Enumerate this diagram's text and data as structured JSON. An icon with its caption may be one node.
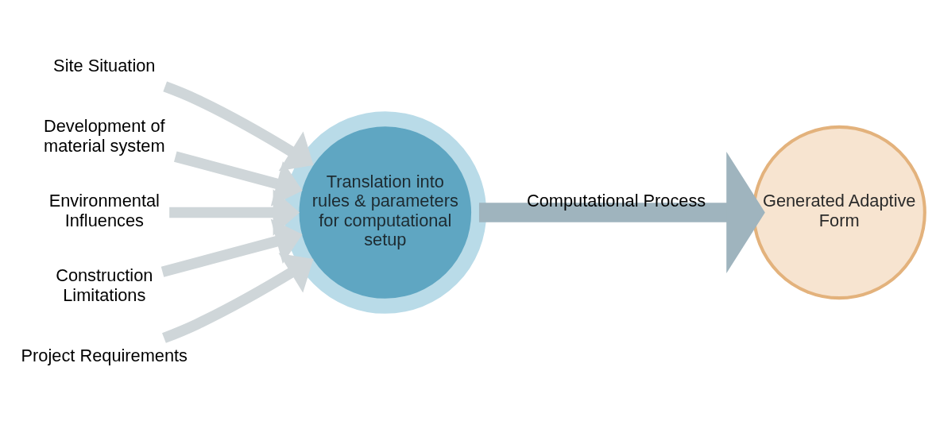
{
  "diagram": {
    "nodes": [
      {
        "text": [
          "Site Situation"
        ]
      },
      {
        "text": [
          "Development of material system"
        ]
      },
      {
        "text": [
          "Environmental Influences"
        ]
      },
      {
        "text": [
          "Construction Limitations"
        ]
      },
      {
        "text": [
          "Project Requirements"
        ]
      },
      {
        "text": [
          "Translation into rules & parameters for computational setup"
        ]
      },
      {
        "text": [
          "Generated Adaptive Form"
        ]
      }
    ],
    "edges": [
      {
        "from": 0,
        "to": 5,
        "arrow": "to"
      },
      {
        "from": 1,
        "to": 5,
        "arrow": "to"
      },
      {
        "from": 2,
        "to": 5,
        "arrow": "to"
      },
      {
        "from": 3,
        "to": 5,
        "arrow": "to"
      },
      {
        "from": 4,
        "to": 5,
        "arrow": "to"
      },
      {
        "from": 5,
        "to": 6,
        "arrow": "to",
        "label": "Computational Process",
        "style": "thick",
        "color": "#9fb4be"
      }
    ]
  }
}
